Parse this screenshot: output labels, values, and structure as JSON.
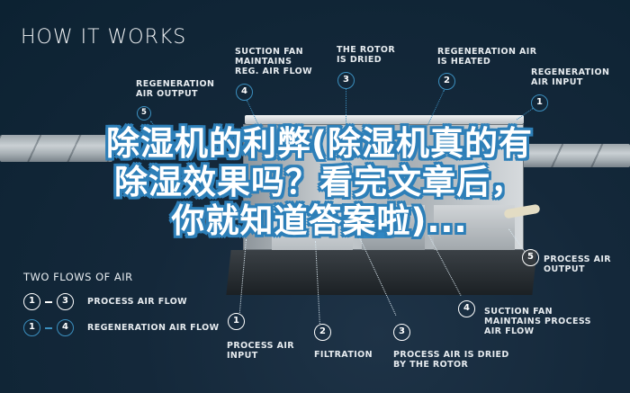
{
  "header": {
    "title": "HOW IT WORKS"
  },
  "overlay": {
    "title": "除湿机的利弊(除湿机真的有除湿效果吗？看完文章后，你就知道答案啦)..."
  },
  "top_callouts": [
    {
      "number": "5",
      "label": "REGENERATION\nAIR OUTPUT",
      "style": "blue"
    },
    {
      "number": "4",
      "label": "SUCTION FAN\nMAINTAINS\nREG. AIR FLOW",
      "style": "blue"
    },
    {
      "number": "3",
      "label": "THE ROTOR\nIS DRIED",
      "style": "blue"
    },
    {
      "number": "2",
      "label": "REGENERATION AIR\nIS HEATED",
      "style": "blue"
    },
    {
      "number": "1",
      "label": "REGENERATION\nAIR INPUT",
      "style": "blue"
    }
  ],
  "bottom_callouts": [
    {
      "number": "1",
      "label": "PROCESS AIR\nINPUT"
    },
    {
      "number": "2",
      "label": "FILTRATION"
    },
    {
      "number": "3",
      "label": "PROCESS AIR IS DRIED\nBY THE ROTOR"
    },
    {
      "number": "4",
      "label": "SUCTION FAN\nMAINTAINS PROCESS\nAIR FLOW"
    },
    {
      "number": "5",
      "label": "PROCESS AIR\nOUTPUT"
    }
  ],
  "legend": {
    "title": "TWO FLOWS OF AIR",
    "items": [
      {
        "from": "1",
        "to": "3",
        "label": "PROCESS AIR FLOW",
        "style": "white"
      },
      {
        "from": "1",
        "to": "4",
        "label": "REGENERATION AIR FLOW",
        "style": "blue"
      }
    ]
  },
  "colors": {
    "background": "#0c2232",
    "accent_blue": "#3b8fbf",
    "overlay_stroke": "#2d7fb8"
  }
}
